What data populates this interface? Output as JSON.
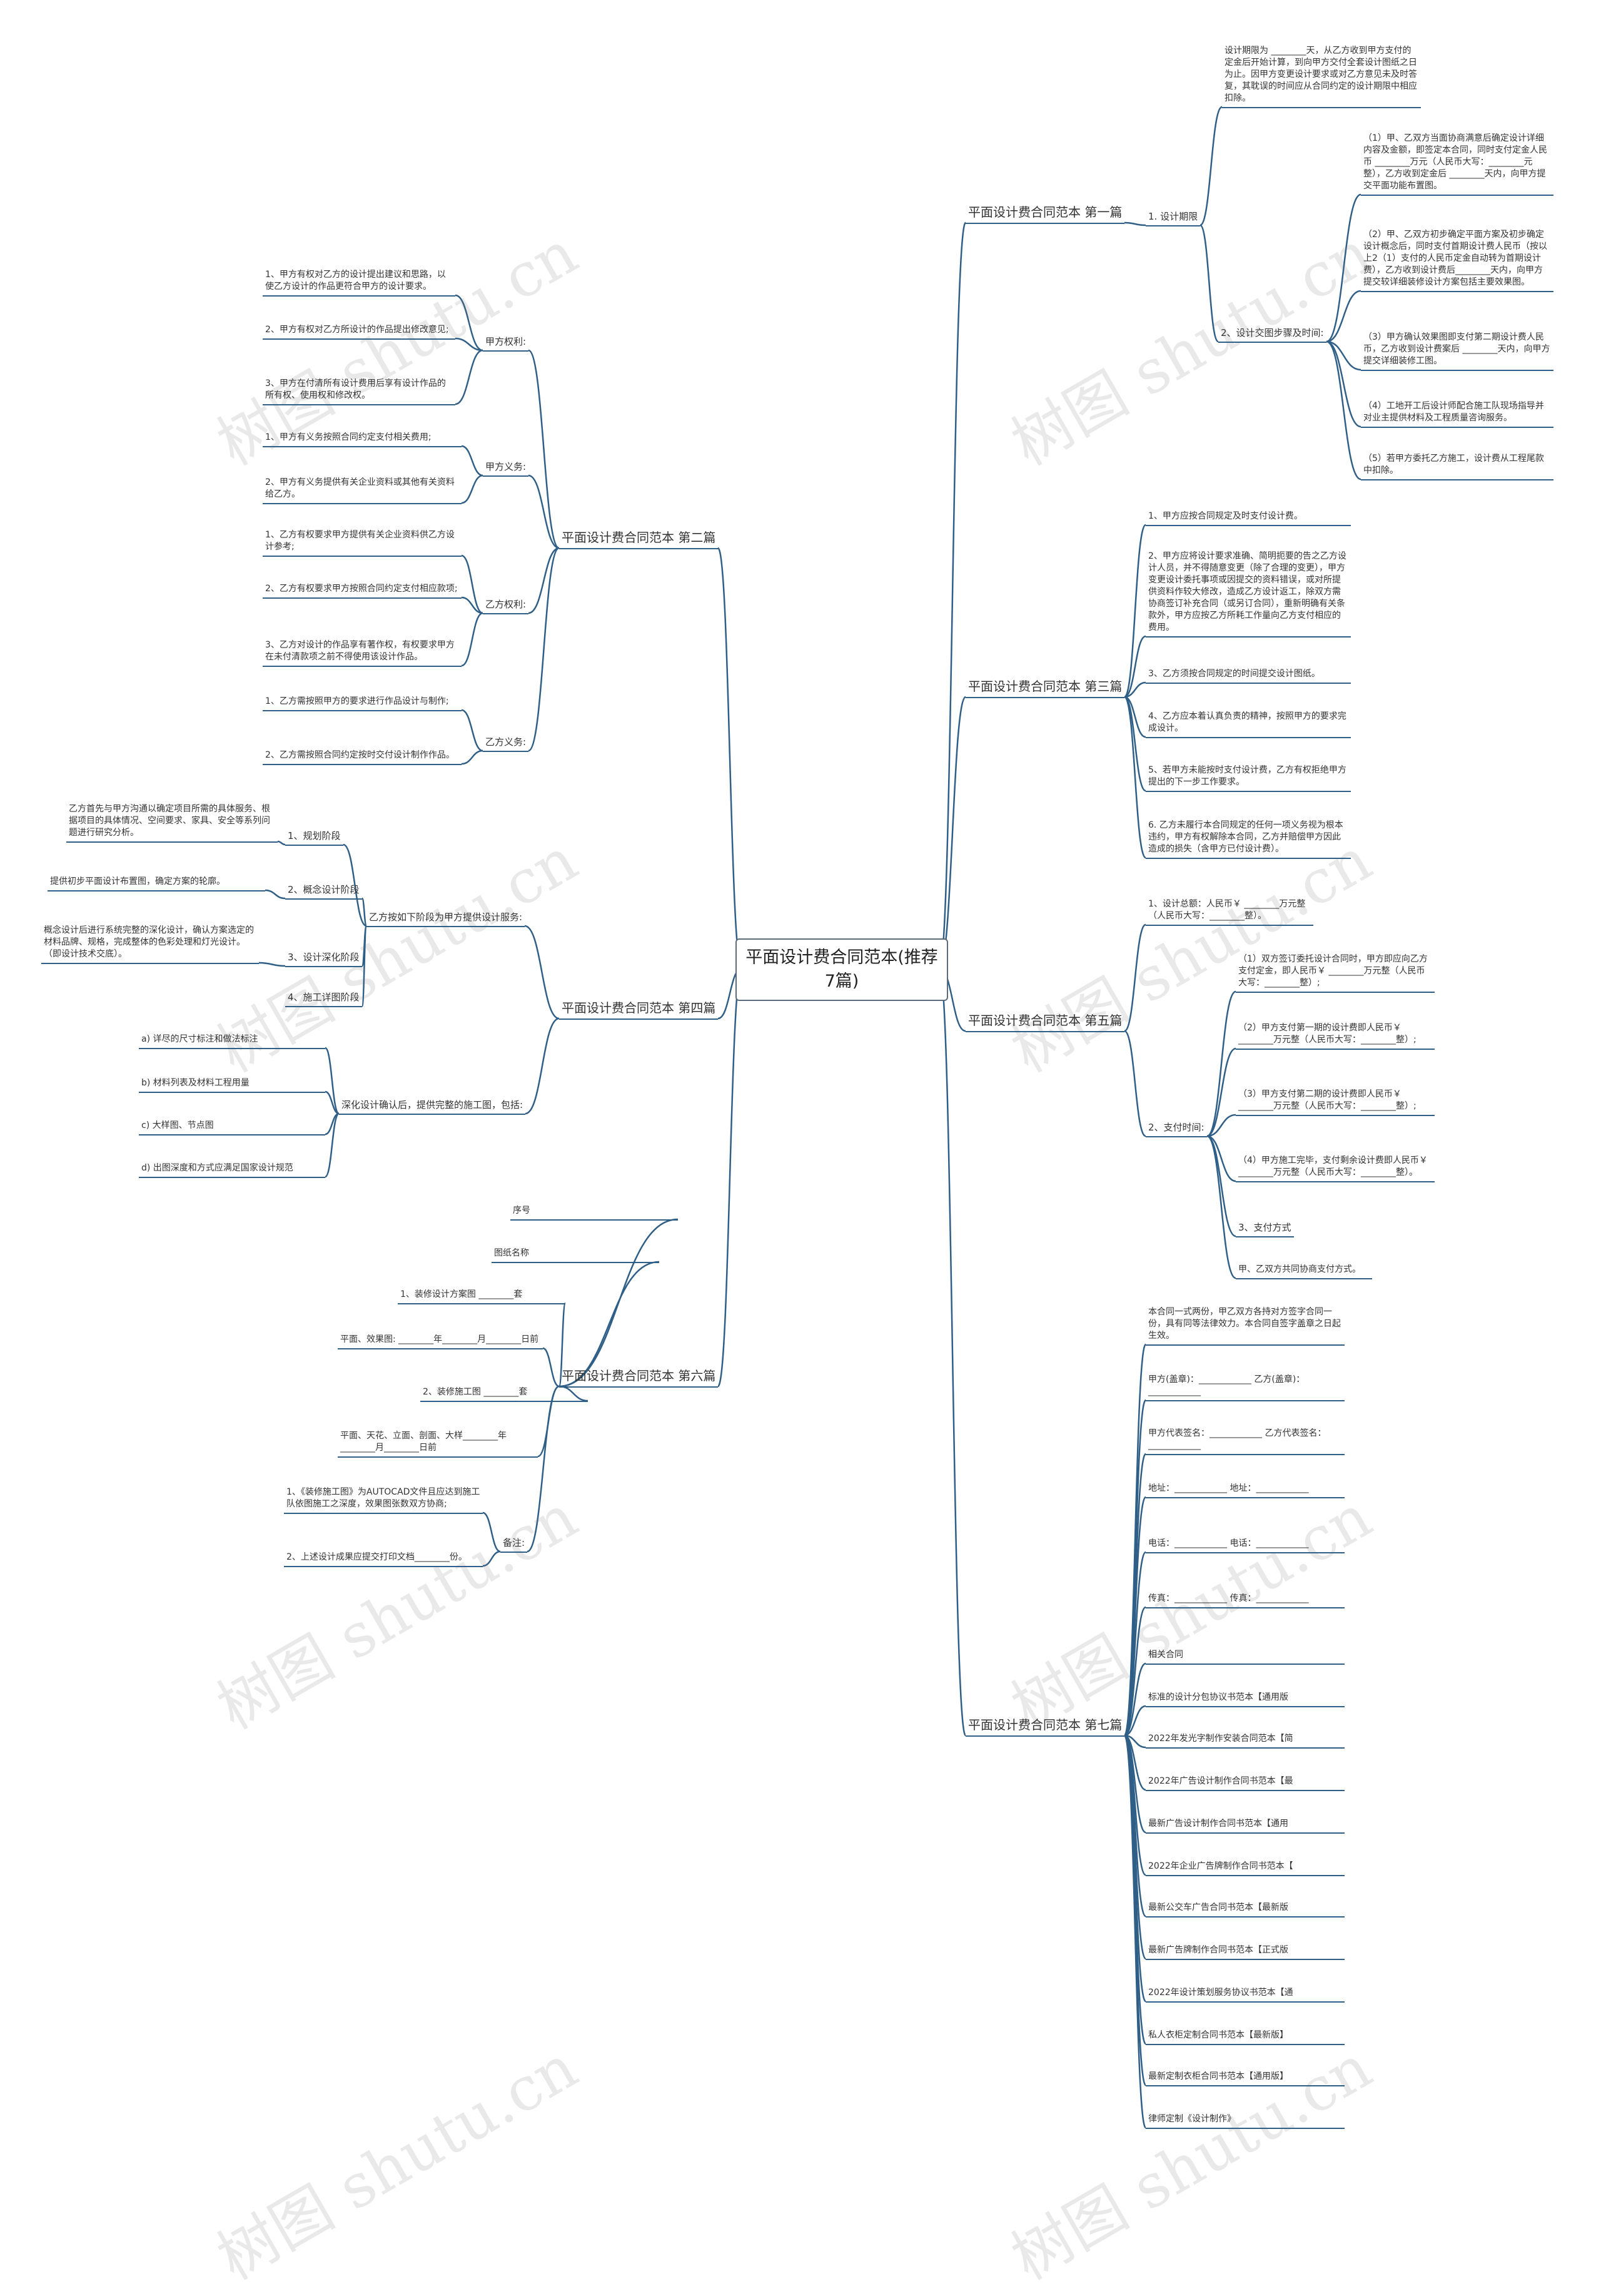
{
  "root": {
    "title_line1": "平面设计费合同范本(推荐",
    "title_line2": "7篇)"
  },
  "watermark": "树图 shutu.cn",
  "edge_color": "#2f5f86",
  "branches": {
    "b1": {
      "label": "平面设计费合同范本 第一篇",
      "s1": "1. 设计期限",
      "s1_leaf": "设计期限为 ________天，从乙方收到甲方支付的定金后开始计算，到向甲方交付全套设计图纸之日为止。因甲方变更设计要求或对乙方意见未及时答复，其耽误的时间应从合同约定的设计期限中相应扣除。",
      "s2": "2、设计交图步骤及时间:",
      "s2_leaves": [
        "（1）甲、乙双方当面协商满意后确定设计详细内容及金额，即签定本合同，同时支付定金人民币 ________万元（人民币大写：________元整），乙方收到定金后 ________天内，向甲方提交平面功能布置图。",
        "（2）甲、乙双方初步确定平面方案及初步确定设计概念后，同时支付首期设计费人民币（按以上2（1）支付的人民币定金自动转为首期设计费），乙方收到设计费后________天内，向甲方提交较详细装修设计方案包括主要效果图。",
        "（3）甲方确认效果图即支付第二期设计费人民币，乙方收到设计费案后 ________天内，向甲方提交详细装修工图。",
        "（4）工地开工后设计师配合施工队现场指导并对业主提供材料及工程质量咨询服务。",
        "（5）若甲方委托乙方施工，设计费从工程尾款中扣除。"
      ]
    },
    "b2": {
      "label": "平面设计费合同范本 第二篇",
      "g1": "甲方权利:",
      "g1_leaves": [
        "1、甲方有权对乙方的设计提出建议和思路，以使乙方设计的作品更符合甲方的设计要求。",
        "2、甲方有权对乙方所设计的作品提出修改意见;",
        "3、甲方在付清所有设计费用后享有设计作品的所有权、使用权和修改权。"
      ],
      "g2": "甲方义务:",
      "g2_leaves": [
        "1、甲方有义务按照合同约定支付相关费用;",
        "2、甲方有义务提供有关企业资料或其他有关资料给乙方。"
      ],
      "g3": "乙方权利:",
      "g3_leaves": [
        "1、乙方有权要求甲方提供有关企业资料供乙方设计参考;",
        "2、乙方有权要求甲方按照合同约定支付相应款项;",
        "3、乙方对设计的作品享有著作权，有权要求甲方在未付清款项之前不得使用该设计作品。"
      ],
      "g4": "乙方义务:",
      "g4_leaves": [
        "1、乙方需按照甲方的要求进行作品设计与制作;",
        "2、乙方需按照合同约定按时交付设计制作作品。"
      ]
    },
    "b3": {
      "label": "平面设计费合同范本 第三篇",
      "leaves": [
        "1、甲方应按合同规定及时支付设计费。",
        "2、甲方应将设计要求准确、简明扼要的告之乙方设计人员，并不得随意变更（除了合理的变更），甲方变更设计委托事项或因提交的资料错误，或对所提供资料作较大修改，造成乙方设计返工，除双方需协商签订补充合同（或另订合同），重新明确有关条款外，甲方应按乙方所耗工作量向乙方支付相应的费用。",
        "3、乙方须按合同规定的时间提交设计图纸。",
        "4、乙方应本着认真负责的精神，按照甲方的要求完成设计。",
        "5、若甲方未能按时支付设计费，乙方有权拒绝甲方提出的下一步工作要求。",
        "6. 乙方未履行本合同规定的任何一项义务视为根本违约，甲方有权解除本合同，乙方并赔偿甲方因此造成的损失（含甲方已付设计费）。"
      ]
    },
    "b4": {
      "label": "平面设计费合同范本 第四篇",
      "g1": "乙方按如下阶段为甲方提供设计服务:",
      "stages": [
        {
          "name": "1、规划阶段",
          "desc": "乙方首先与甲方沟通以确定项目所需的具体服务、根据项目的具体情况、空间要求、家具、安全等系列问题进行研究分析。"
        },
        {
          "name": "2、概念设计阶段",
          "desc": "提供初步平面设计布置图，确定方案的轮廓。"
        },
        {
          "name": "3、设计深化阶段",
          "desc": "概念设计后进行系统完整的深化设计，确认方案选定的材料品牌、规格，完成整体的色彩处理和灯光设计。（即设计技术交底）。"
        },
        {
          "name": "4、施工详图阶段",
          "desc": ""
        }
      ],
      "g2": "深化设计确认后，提供完整的施工图，包括:",
      "g2_leaves": [
        "a) 详尽的尺寸标注和做法标注",
        "b) 材料列表及材料工程用量",
        "c) 大样图、节点图",
        "d) 出图深度和方式应满足国家设计规范"
      ]
    },
    "b5": {
      "label": "平面设计费合同范本 第五篇",
      "s1": "1、设计总额：人民币￥ ________万元整（人民币大写：________整）。",
      "s2": "2、支付时间:",
      "s2_leaves": [
        "（1）双方签订委托设计合同时，甲方即应向乙方支付定金，即人民币￥ ________万元整（人民币大写：________整）;",
        "（2）甲方支付第一期的设计费即人民币￥ ________万元整（人民币大写：________整）;",
        "（3）甲方支付第二期的设计费即人民币￥ ________万元整（人民币大写：________整）;",
        "（4）甲方施工完毕，支付剩余设计费即人民币￥ ________万元整（人民币大写：________整）。"
      ],
      "s3": "3、支付方式",
      "s4": "甲、乙双方共同协商支付方式。"
    },
    "b6": {
      "label": "平面设计费合同范本 第六篇",
      "items": [
        "序号",
        "图纸名称",
        "1、装修设计方案图 ________套",
        "平面、效果图: ________年________月________日前",
        "2、装修施工图 ________套",
        "平面、天花、立面、剖面、大样________年________月________日前"
      ],
      "g": "备注:",
      "g_leaves": [
        "1、《装修施工图》为AUTOCAD文件且应达到施工队依图施工之深度，效果图张数双方协商;",
        "2、上述设计成果应提交打印文档________份。"
      ]
    },
    "b7": {
      "label": "平面设计费合同范本 第七篇",
      "items": [
        "本合同一式两份，甲乙双方各持对方签字合同一份，具有同等法律效力。本合同自签字盖章之日起生效。",
        "甲方(盖章)：____________ 乙方(盖章)：____________",
        "甲方代表签名：____________ 乙方代表签名：____________",
        "地址：____________ 地址：____________",
        "电话：____________ 电话：____________",
        "传真：____________ 传真：____________",
        "相关合同",
        "标准的设计分包协议书范本【通用版",
        "2022年发光字制作安装合同范本【简",
        "2022年广告设计制作合同书范本【最",
        "最新广告设计制作合同书范本【通用",
        "2022年企业广告牌制作合同书范本【",
        "最新公交车广告合同书范本【最新版",
        "最新广告牌制作合同书范本【正式版",
        "2022年设计策划服务协议书范本【通",
        "私人衣柜定制合同书范本【最新版】",
        "最新定制衣柜合同书范本【通用版】",
        "律师定制《设计制作》"
      ]
    }
  }
}
